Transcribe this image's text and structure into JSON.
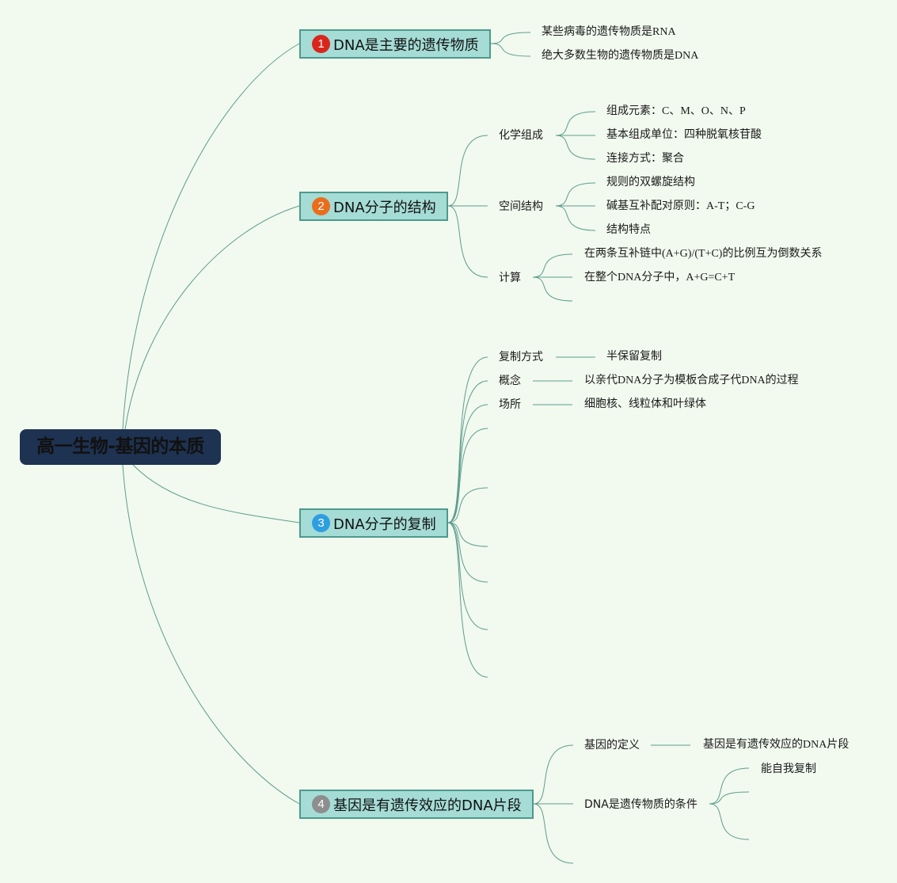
{
  "root": {
    "title": "高一生物-基因的本质"
  },
  "colors": {
    "background": "#f2f9ef",
    "line": "#5c9e8e",
    "root_fill": "#1e3251",
    "topic_fill": "#a5dcd6",
    "topic_border": "#4c9a8c"
  },
  "topics": [
    {
      "number": "1",
      "badge_color": "#d9261c",
      "label": "DNA是主要的遗传物质",
      "children": [
        "某些病毒的遗传物质是RNA",
        "绝大多数生物的遗传物质是DNA"
      ]
    },
    {
      "number": "2",
      "badge_color": "#ea6d1c",
      "label": "DNA分子的结构",
      "subtopics": [
        {
          "label": "化学组成",
          "children": [
            "组成元素：C、M、O、N、P",
            "基本组成单位：四种脱氧核苷酸",
            "连接方式：聚合"
          ]
        },
        {
          "label": "空间结构",
          "children": [
            "规则的双螺旋结构",
            "碱基互补配对原则：A-T；C-G",
            "结构特点"
          ]
        },
        {
          "label": "计算",
          "children": [
            "在两条互补链中(A+G)/(T+C)的比例互为倒数关系",
            "在整个DNA分子中，A+G=C+T",
            ""
          ]
        }
      ]
    },
    {
      "number": "3",
      "badge_color": "#2e9ee0",
      "label": "DNA分子的复制",
      "subtopics": [
        {
          "label": "复制方式",
          "children": [
            "半保留复制"
          ]
        },
        {
          "label": "概念",
          "children": [
            "以亲代DNA分子为模板合成子代DNA的过程"
          ]
        },
        {
          "label": "场所",
          "children": [
            "细胞核、线粒体和叶绿体"
          ]
        },
        {
          "label": "",
          "children": []
        },
        {
          "label": "",
          "children": []
        },
        {
          "label": "",
          "children": []
        },
        {
          "label": "",
          "children": []
        },
        {
          "label": "",
          "children": []
        },
        {
          "label": "",
          "children": []
        }
      ]
    },
    {
      "number": "4",
      "badge_color": "#8e8e8e",
      "label": "基因是有遗传效应的DNA片段",
      "subtopics": [
        {
          "label": "基因的定义",
          "children": [
            "基因是有遗传效应的DNA片段"
          ]
        },
        {
          "label": "DNA是遗传物质的条件",
          "children": [
            "能自我复制",
            "",
            ""
          ]
        },
        {
          "label": "",
          "children": []
        }
      ]
    }
  ]
}
